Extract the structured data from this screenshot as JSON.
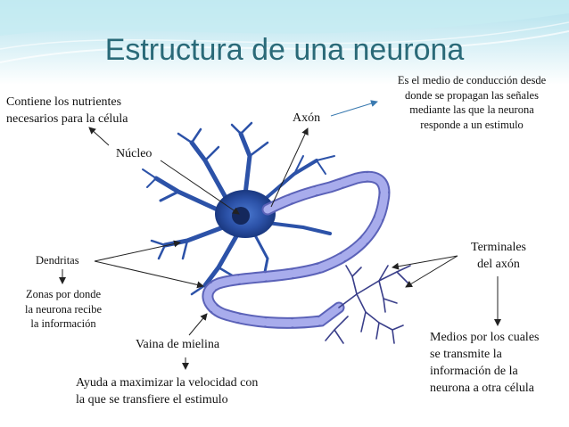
{
  "title": "Estructura de una neurona",
  "labels": {
    "nucleo_desc_1": "Contiene los nutrientes",
    "nucleo_desc_2": "necesarios para la célula",
    "nucleo": "Núcleo",
    "axon": "Axón",
    "axon_desc_1": "Es el medio de conducción desde",
    "axon_desc_2": "donde se propagan las señales",
    "axon_desc_3": "mediante las que la neurona",
    "axon_desc_4": "responde a un estimulo",
    "dendritas": "Dendritas",
    "dendritas_desc_1": "Zonas por donde",
    "dendritas_desc_2": "la neurona recibe",
    "dendritas_desc_3": "la información",
    "vaina": "Vaina de mielina",
    "vaina_desc_1": "Ayuda a maximizar la velocidad  con",
    "vaina_desc_2": "la que se transfiere el estimulo",
    "terminales_1": "Terminales",
    "terminales_2": "del axón",
    "terminales_desc_1": "Medios por los cuales",
    "terminales_desc_2": "se transmite la",
    "terminales_desc_3": "información de la",
    "terminales_desc_4": "neurona a otra célula"
  },
  "colors": {
    "title": "#2a6a78",
    "axon_arrow": "#3a7ab0",
    "cell_body": "#2c52a8",
    "myelin": "#8a90d8"
  }
}
